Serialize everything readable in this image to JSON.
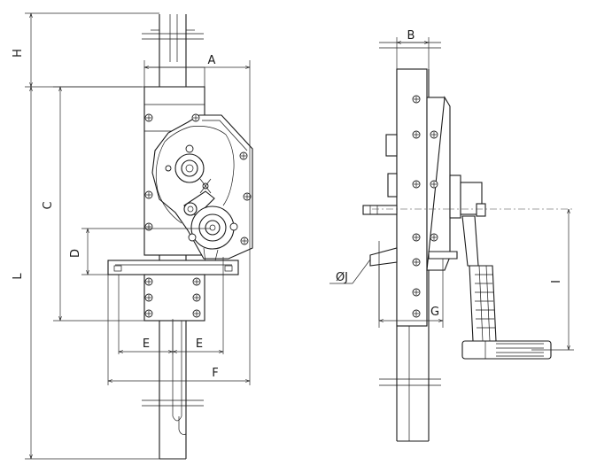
{
  "drawing": {
    "front_view": {
      "dimension_labels": {
        "H": "H",
        "A": "A",
        "L": "L",
        "C": "C",
        "D": "D",
        "E_left": "E",
        "E_right": "E",
        "F": "F"
      }
    },
    "side_view": {
      "dimension_labels": {
        "B": "B",
        "J": "ØJ",
        "G": "G",
        "I": "I"
      }
    }
  }
}
